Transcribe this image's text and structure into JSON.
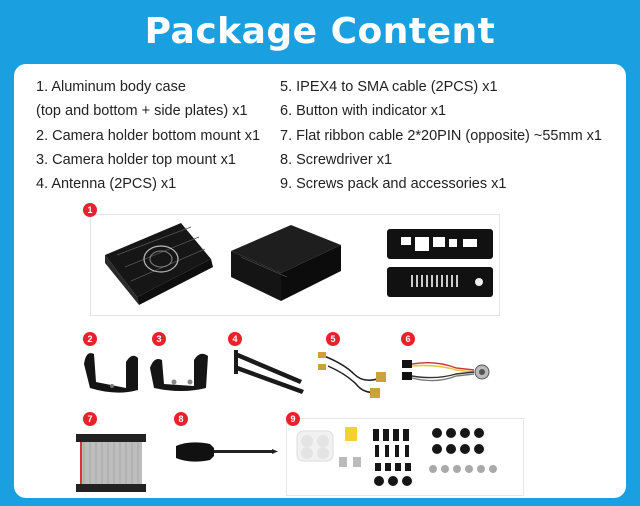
{
  "header": {
    "title": "Package Content"
  },
  "items_left": [
    "1. Aluminum body case",
    "(top and bottom + side plates) x1",
    "2. Camera holder bottom mount x1",
    "3. Camera holder top mount x1",
    "4. Antenna (2PCS) x1"
  ],
  "items_right": [
    "5. IPEX4 to SMA cable (2PCS) x1",
    "6. Button with indicator x1",
    "7. Flat ribbon cable 2*20PIN (opposite) ~55mm x1",
    "8. Screwdriver x1",
    "9. Screws pack and accessories x1"
  ],
  "badges": [
    "1",
    "2",
    "3",
    "4",
    "5",
    "6",
    "7",
    "8",
    "9"
  ],
  "colors": {
    "accent": "#1aa0e0",
    "badge": "#e8222a",
    "metal": "#1b1b1b"
  }
}
